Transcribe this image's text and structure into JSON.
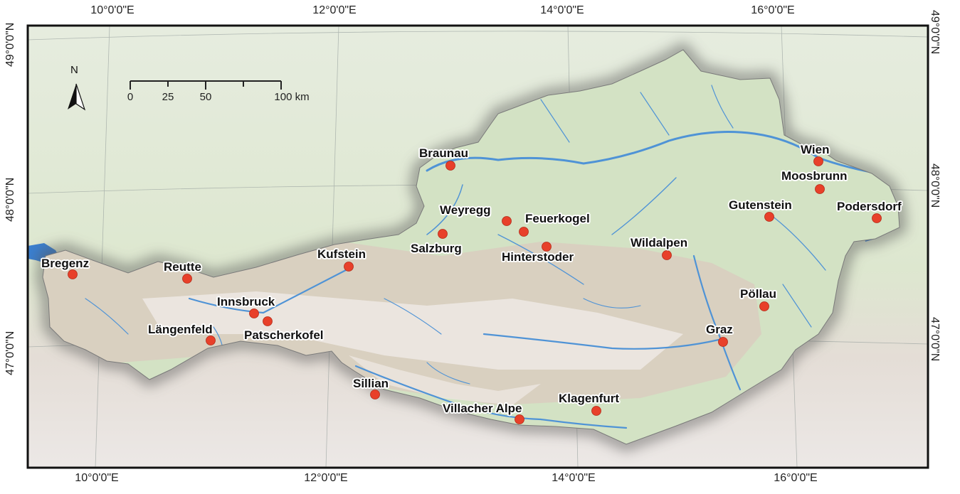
{
  "map": {
    "colors": {
      "frame": "#111111",
      "outside_land": "#e3e9d9",
      "austria_land": "#d3e2c4",
      "alps": "#d9ccc0",
      "alps_high": "#efeae6",
      "river": "#4f93d6",
      "lake": "#3a7fd0",
      "site_marker": "#e8402a",
      "halo": "#666666"
    },
    "longitude_labels": {
      "top": [
        "10°0'0\"E",
        "12°0'0\"E",
        "14°0'0\"E",
        "16°0'0\"E"
      ],
      "bottom": [
        "10°0'0\"E",
        "12°0'0\"E",
        "14°0'0\"E",
        "16°0'0\"E"
      ]
    },
    "latitude_labels": {
      "left": [
        "49°0'0\"N",
        "48°0'0\"N",
        "47°0'0\"N"
      ],
      "right": [
        "49°0'0\"N",
        "48°0'0\"N",
        "47°0'0\"N"
      ]
    },
    "north_arrow": {
      "label": "N",
      "icon": "north-arrow-icon"
    },
    "scale_bar": {
      "ticks": [
        "0",
        "25",
        "50",
        "100 km"
      ]
    },
    "sites": [
      {
        "name": "Bregenz"
      },
      {
        "name": "Reutte"
      },
      {
        "name": "Innsbruck"
      },
      {
        "name": "Patscherkofel"
      },
      {
        "name": "Längenfeld"
      },
      {
        "name": "Kufstein"
      },
      {
        "name": "Sillian"
      },
      {
        "name": "Salzburg"
      },
      {
        "name": "Braunau"
      },
      {
        "name": "Weyregg"
      },
      {
        "name": "Feuerkogel"
      },
      {
        "name": "Hinterstoder"
      },
      {
        "name": "Villacher Alpe"
      },
      {
        "name": "Klagenfurt"
      },
      {
        "name": "Wildalpen"
      },
      {
        "name": "Graz"
      },
      {
        "name": "Pöllau"
      },
      {
        "name": "Gutenstein"
      },
      {
        "name": "Wien"
      },
      {
        "name": "Moosbrunn"
      },
      {
        "name": "Podersdorf"
      }
    ]
  }
}
